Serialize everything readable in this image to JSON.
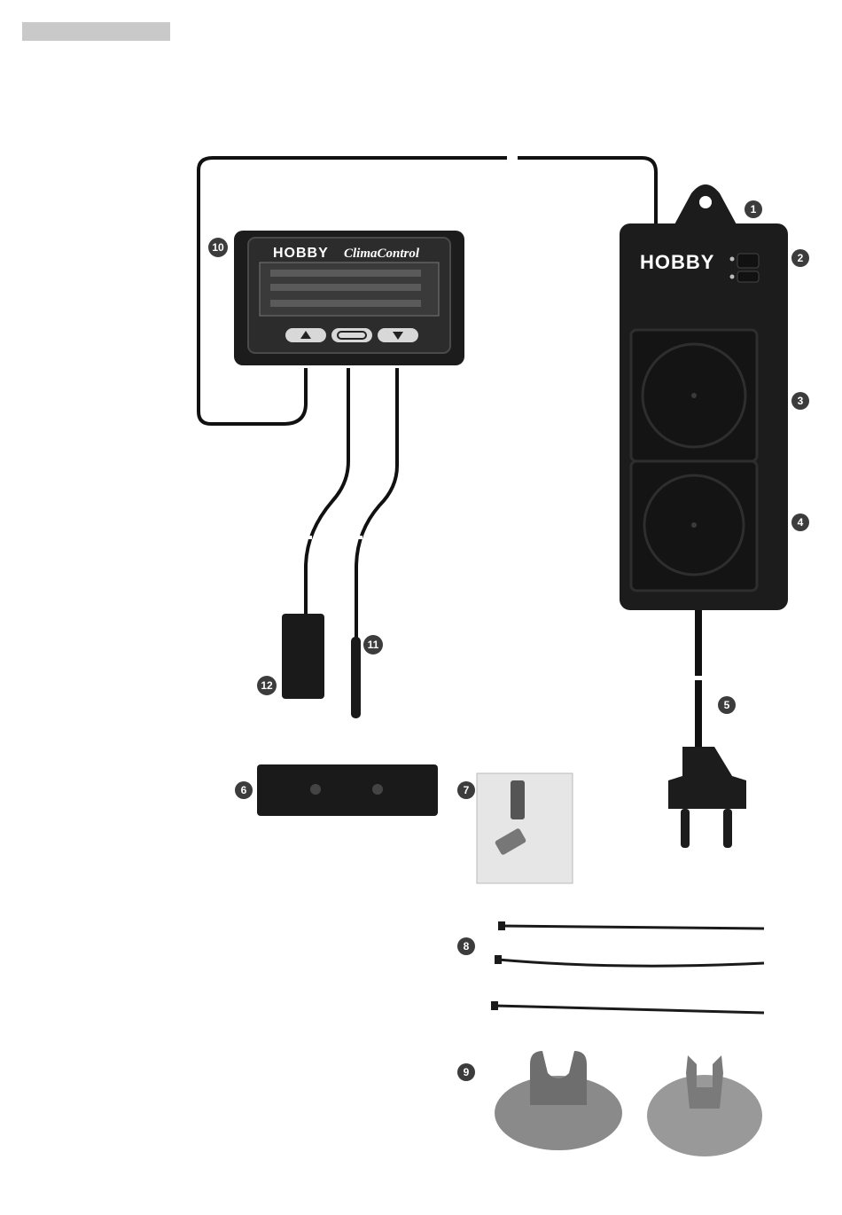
{
  "header_bar": {
    "color": "#c9c9c9"
  },
  "controller": {
    "brand": "HOBBY",
    "model": "ClimaControl",
    "buttons": [
      "up-arrow-icon",
      "select-oval-icon",
      "down-arrow-icon"
    ]
  },
  "power_strip": {
    "brand": "HOBBY"
  },
  "callouts": [
    {
      "number": "1",
      "part": "hanging-eyelet"
    },
    {
      "number": "2",
      "part": "status-indicators"
    },
    {
      "number": "3",
      "part": "socket-upper"
    },
    {
      "number": "4",
      "part": "socket-lower"
    },
    {
      "number": "5",
      "part": "mains-plug"
    },
    {
      "number": "6",
      "part": "wall-mount-rail"
    },
    {
      "number": "7",
      "part": "screw-bag"
    },
    {
      "number": "8",
      "part": "cable-ties"
    },
    {
      "number": "9",
      "part": "suction-cups"
    },
    {
      "number": "10",
      "part": "control-unit"
    },
    {
      "number": "11",
      "part": "temperature-probe"
    },
    {
      "number": "12",
      "part": "humidity-sensor"
    }
  ],
  "colors": {
    "device": "#1c1c1c",
    "badge": "#3c3c3c",
    "cable": "#111111",
    "bag": "#e6e6e6",
    "suction": "#8a8a8a"
  }
}
